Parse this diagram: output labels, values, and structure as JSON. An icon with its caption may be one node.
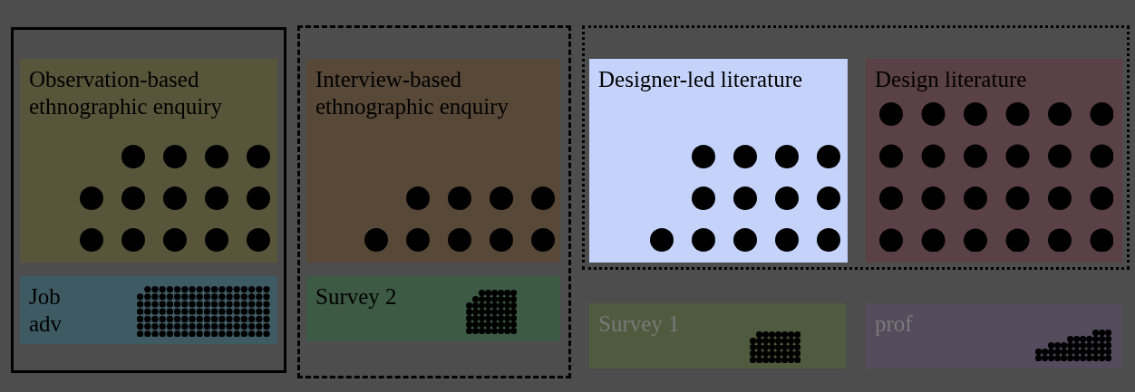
{
  "diagram": {
    "nodes": [
      {
        "text": [],
        "shape": "box"
      },
      {
        "text": [
          "Observation-based ethnographic enquiry"
        ],
        "in": 0
      },
      {
        "text": [
          "Job adv"
        ],
        "in": 0
      },
      {
        "text": [],
        "shape": "box"
      },
      {
        "text": [
          "Interview-based ethnographic enquiry"
        ],
        "in": 3
      },
      {
        "text": [
          "Survey 2"
        ],
        "in": 3
      },
      {
        "text": [],
        "shape": "box"
      },
      {
        "text": [
          "Designer-led literature"
        ],
        "in": 6
      },
      {
        "text": [
          "Design literature"
        ],
        "in": 6
      },
      {
        "text": [
          "Survey 1"
        ]
      },
      {
        "text": [
          "prof"
        ]
      }
    ]
  }
}
